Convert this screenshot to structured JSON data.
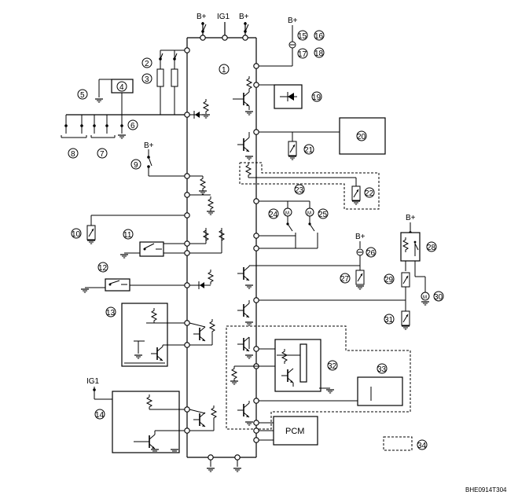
{
  "supplies": {
    "b_plus": "B+",
    "ig1": "IG1"
  },
  "blocks": {
    "pcm": "PCM"
  },
  "callouts": [
    "1",
    "2",
    "3",
    "4",
    "5",
    "6",
    "7",
    "8",
    "9",
    "10",
    "11",
    "12",
    "13",
    "14",
    "15",
    "16",
    "17",
    "18",
    "19",
    "20",
    "21",
    "22",
    "23",
    "24",
    "25",
    "26",
    "27",
    "28",
    "29",
    "30",
    "31",
    "32",
    "33",
    "34"
  ],
  "figure_code": "BHE0914T304"
}
